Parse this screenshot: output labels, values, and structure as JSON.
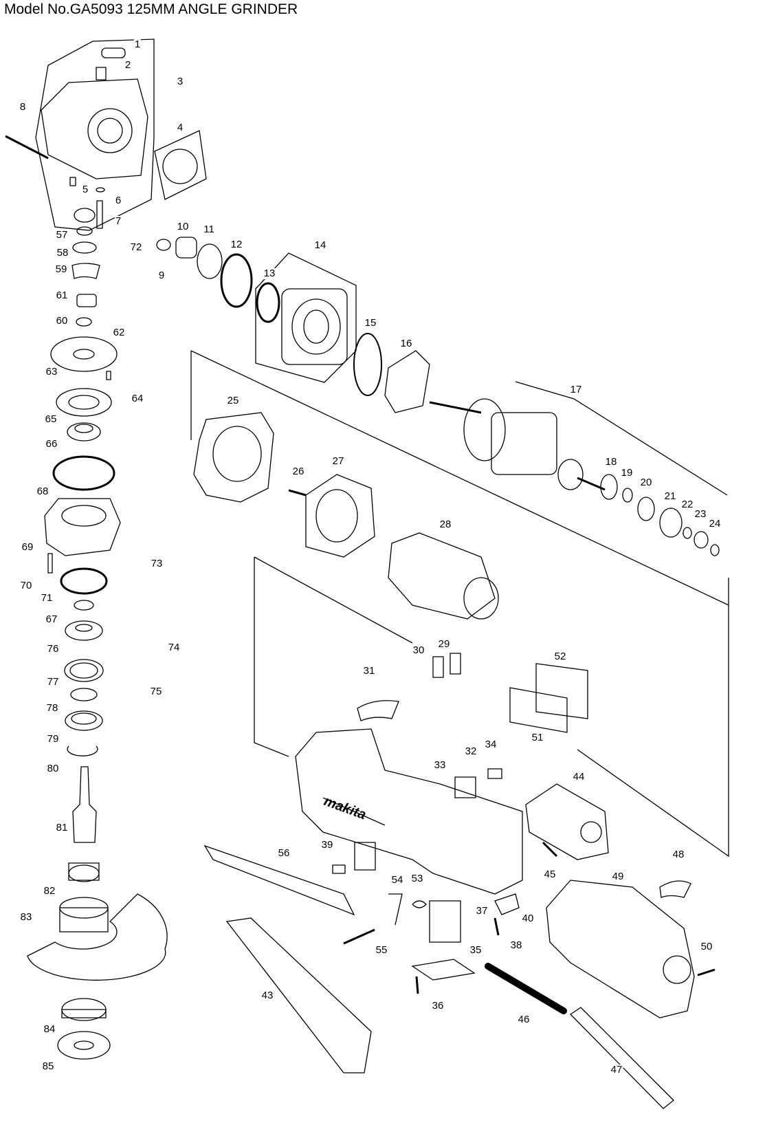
{
  "title": "Model No.GA5093 125MM ANGLE GRINDER",
  "part_numbers": [
    "1",
    "2",
    "3",
    "4",
    "5",
    "6",
    "7",
    "8",
    "9",
    "10",
    "11",
    "12",
    "13",
    "14",
    "15",
    "16",
    "17",
    "18",
    "19",
    "20",
    "21",
    "22",
    "23",
    "24",
    "25",
    "26",
    "27",
    "28",
    "29",
    "30",
    "31",
    "32",
    "33",
    "34",
    "35",
    "36",
    "37",
    "38",
    "39",
    "40",
    "43",
    "44",
    "45",
    "46",
    "47",
    "48",
    "49",
    "50",
    "51",
    "52",
    "53",
    "54",
    "55",
    "56",
    "57",
    "58",
    "59",
    "60",
    "61",
    "62",
    "63",
    "64",
    "65",
    "66",
    "67",
    "68",
    "69",
    "70",
    "71",
    "72",
    "73",
    "74",
    "75",
    "76",
    "77",
    "78",
    "79",
    "80",
    "81",
    "82",
    "83",
    "84",
    "85"
  ],
  "brand_on_housing": "makita"
}
